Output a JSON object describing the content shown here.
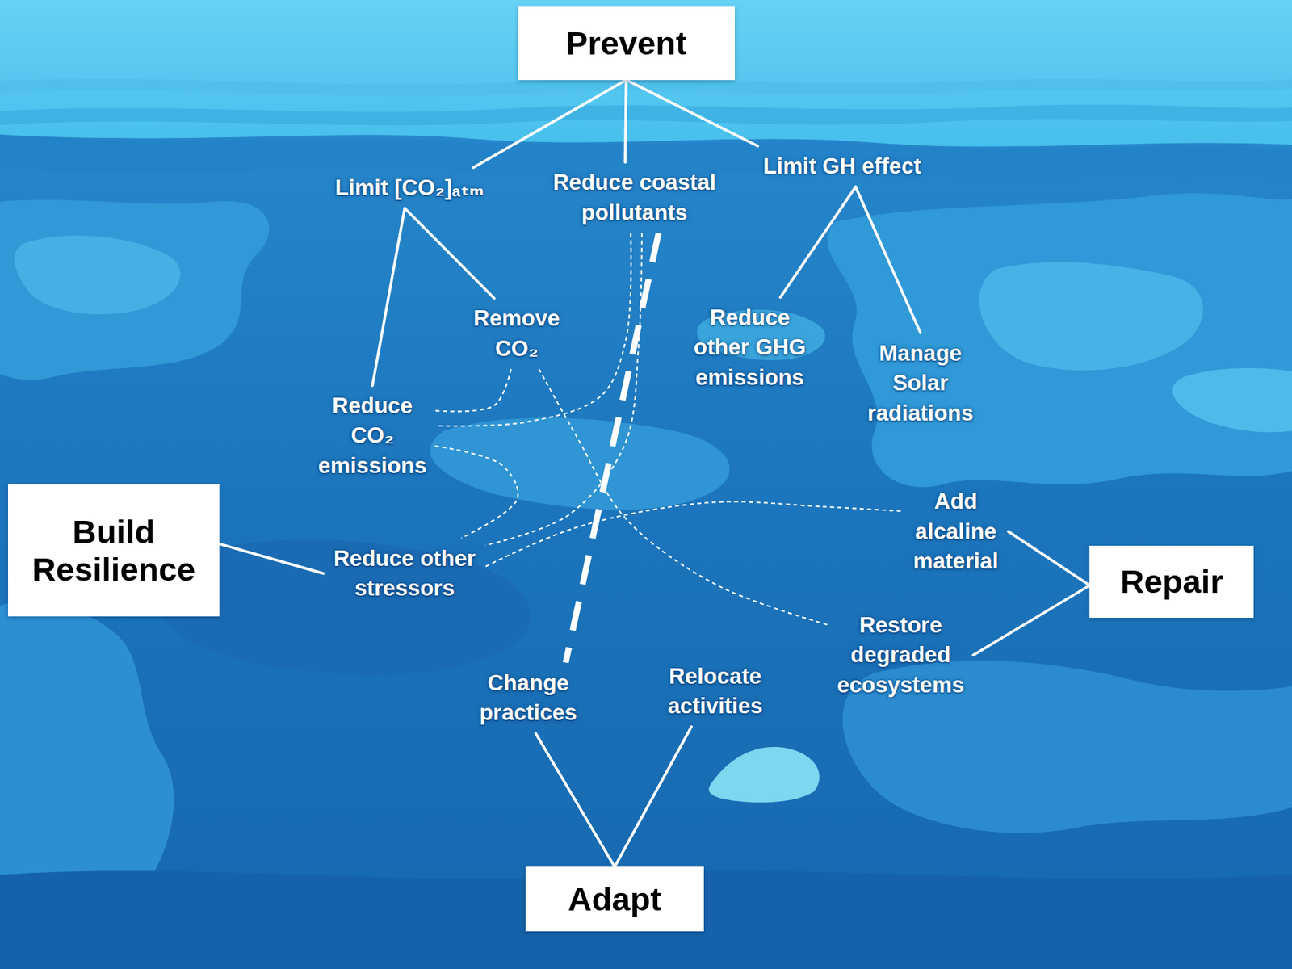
{
  "diagram": {
    "nodes": [
      {
        "text": [
          "Prevent"
        ]
      },
      {
        "text": [
          "Limit [CO₂]ₐₜₘ"
        ]
      },
      {
        "text": [
          "Reduce coastal pollutants"
        ]
      },
      {
        "text": [
          "Limit GH effect"
        ]
      },
      {
        "text": [
          "Remove CO₂"
        ]
      },
      {
        "text": [
          "Reduce other GHG emissions"
        ]
      },
      {
        "text": [
          "Manage Solar radiations"
        ]
      },
      {
        "text": [
          "Reduce CO₂ emissions"
        ]
      },
      {
        "text": [
          "Add alcaline material"
        ]
      },
      {
        "text": [
          "Build Resilience"
        ]
      },
      {
        "text": [
          "Reduce other stressors"
        ]
      },
      {
        "text": [
          "Repair"
        ]
      },
      {
        "text": [
          "Restore degraded ecosystems"
        ]
      },
      {
        "text": [
          "Change practices"
        ]
      },
      {
        "text": [
          "Relocate activities"
        ]
      },
      {
        "text": [
          "Adapt"
        ]
      }
    ],
    "edges": [
      {
        "from": 0,
        "to": 1,
        "arrow": "none"
      },
      {
        "from": 0,
        "to": 2,
        "arrow": "none"
      },
      {
        "from": 0,
        "to": 3,
        "arrow": "none"
      },
      {
        "from": 1,
        "to": 7,
        "arrow": "none"
      },
      {
        "from": 1,
        "to": 4,
        "arrow": "none"
      },
      {
        "from": 3,
        "to": 5,
        "arrow": "none"
      },
      {
        "from": 3,
        "to": 6,
        "arrow": "none"
      },
      {
        "from": 4,
        "to": 7,
        "arrow": "none"
      },
      {
        "from": 2,
        "to": 7,
        "arrow": "none"
      },
      {
        "from": 2,
        "to": 10,
        "arrow": "none"
      },
      {
        "from": 2,
        "to": 13,
        "arrow": "none"
      },
      {
        "from": 4,
        "to": 12,
        "arrow": "none"
      },
      {
        "from": 7,
        "to": 10,
        "arrow": "none"
      },
      {
        "from": 10,
        "to": 8,
        "arrow": "none"
      },
      {
        "from": 9,
        "to": 10,
        "arrow": "none"
      },
      {
        "from": 11,
        "to": 8,
        "arrow": "none"
      },
      {
        "from": 11,
        "to": 12,
        "arrow": "none"
      },
      {
        "from": 15,
        "to": 13,
        "arrow": "none"
      },
      {
        "from": 15,
        "to": 14,
        "arrow": "none"
      }
    ]
  }
}
